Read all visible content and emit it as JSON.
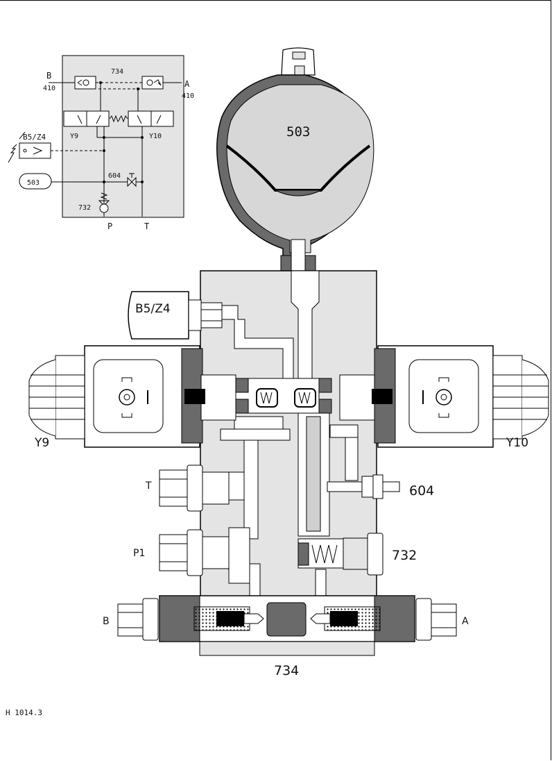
{
  "drawing": {
    "id": "H 1014.3"
  },
  "schematic": {
    "port_b": "B",
    "port_a": "A",
    "ref_410_left": "410",
    "ref_410_right": "410",
    "ref_734": "734",
    "valve_y9": "Y9",
    "valve_y10": "Y10",
    "sensor": "B5/Z4",
    "accumulator": "503",
    "ref_604": "604",
    "ref_732": "732",
    "port_p": "P",
    "port_t": "T"
  },
  "assembly": {
    "accumulator": "503",
    "sensor": "B5/Z4",
    "solenoid_left": "Y9",
    "solenoid_right": "Y10",
    "port_t": "T",
    "port_p1": "P1",
    "port_b": "B",
    "port_a": "A",
    "ref_604": "604",
    "ref_732": "732",
    "ref_734": "734"
  },
  "colors": {
    "light_fill": "#e4e4e4",
    "mid_fill": "#d0d0d0",
    "dark_fill": "#6a6a6a",
    "line": "#000000"
  }
}
